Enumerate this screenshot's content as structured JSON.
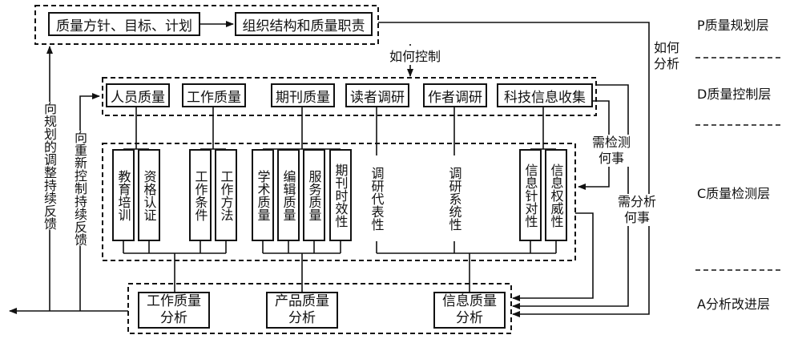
{
  "planning": {
    "policy": "质量方针、目标、计划",
    "structure": "组织结构和质量职责"
  },
  "control_items": [
    "人员质量",
    "工作质量",
    "期刊质量",
    "读者调研",
    "作者调研",
    "科技信息收集"
  ],
  "check_items": [
    "教育培训",
    "资格认证",
    "工作条件",
    "工作方法",
    "学术质量",
    "编辑质量",
    "服务质量",
    "期刊时效性",
    "调研代表性",
    "调研系统性",
    "信息针对性",
    "信息权威性"
  ],
  "analysis": {
    "work": "工作质量\n分析",
    "product": "产品质量\n分析",
    "info": "信息质量\n分析"
  },
  "annotations": {
    "how_control": "如何控制",
    "how_analyze": "如何\n分析",
    "need_check": "需检测\n何事",
    "need_analyze": "需分析\n何事",
    "feedback_plan": "向规划的调整持续反馈",
    "feedback_control": "向重新控制持续反馈"
  },
  "layers": {
    "p": "P质量规划层",
    "d": "D质量控制层",
    "c": "C质量检测层",
    "a": "A分析改进层"
  }
}
